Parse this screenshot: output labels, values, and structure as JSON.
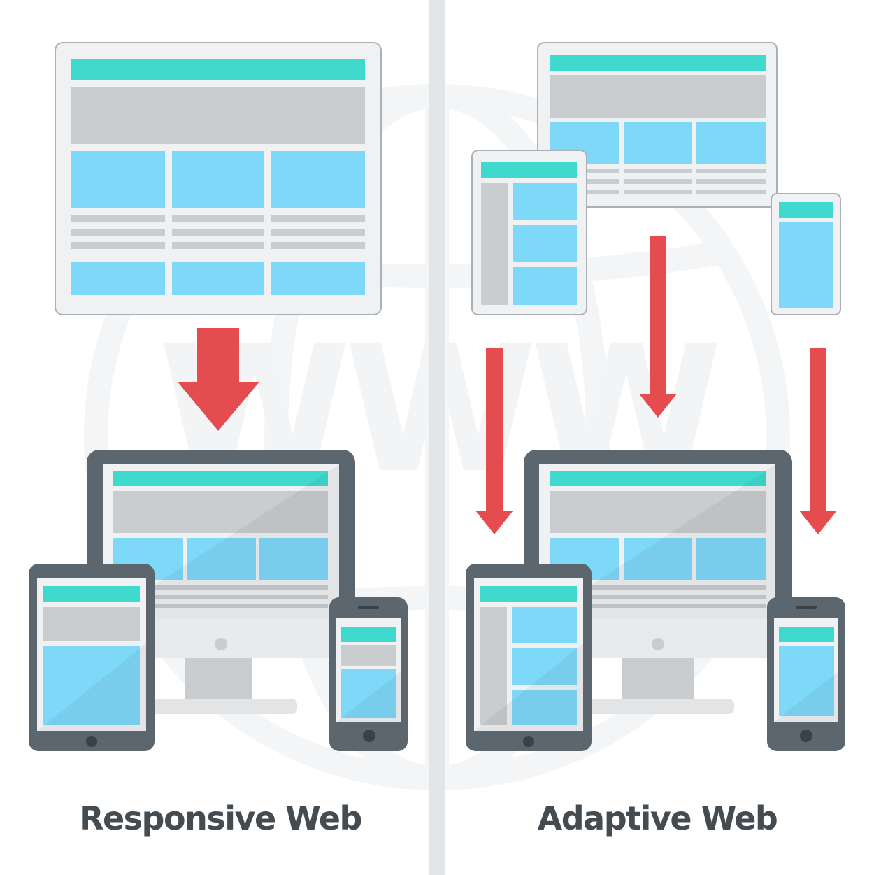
{
  "captions": {
    "left": "Responsive Web",
    "right": "Adaptive Web"
  },
  "watermark": "WWW",
  "icons": {
    "arrows": "arrow-down-icon",
    "watermark_globe": "globe-icon"
  },
  "colors": {
    "header_bar": "#3fdacd",
    "hero_block": "#c9cdd0",
    "content_block": "#7ed9f8",
    "text_line": "#c9cdd0",
    "frame_fill": "#eff1f2",
    "frame_border": "#aab1b6",
    "device_body": "#5b666e",
    "arrow": "#e54c4f",
    "divider": "#e3e6e8",
    "caption_text": "#444c52",
    "watermark": "#f2f4f5"
  }
}
